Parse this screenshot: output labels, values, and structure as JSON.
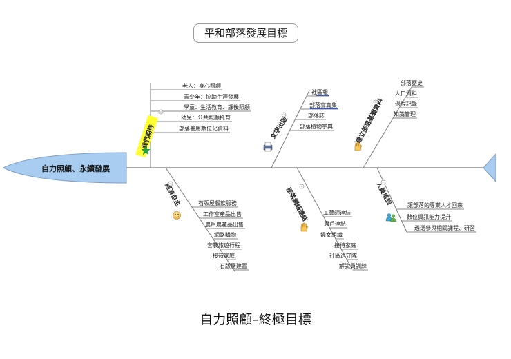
{
  "title": "平和部落發展目標",
  "head_label": "自力照顧、永續發展",
  "caption": "自力照顧–終極目標",
  "colors": {
    "head_fill": "#a9cdf0",
    "head_stroke": "#7d9ec4",
    "spine": "#7a7a7a",
    "highlight": "#ffff33",
    "underline": "#3f58a8"
  },
  "branches": [
    {
      "id": "mine",
      "label": "我們期待",
      "icon": "star-icon",
      "items": [
        "老人：身心照顧",
        "青少年：協助生涯發展",
        "學童：生活教育、課後照顧",
        "幼兒：公共照顧托育",
        "部落善用數位化資料"
      ]
    },
    {
      "id": "writing",
      "label": "文字出版",
      "icon": "printer-icon",
      "items": [
        "社區報",
        "部落寫真集",
        "部落誌",
        "部落植物字典"
      ]
    },
    {
      "id": "archive",
      "label": "建立部落基礎資料",
      "icon": "hand-icon",
      "items": [
        "部落歷史",
        "人口資料",
        "過程記錄",
        "知識管理"
      ]
    },
    {
      "id": "economy",
      "label": "經濟自主",
      "icon": "smiley-icon",
      "items": [
        "石版屋餐飲服務",
        "工作室產品出售",
        "農戶農產品出售",
        "網路購物",
        "套裝旅遊行程",
        "接待家庭",
        "石版屋建置"
      ]
    },
    {
      "id": "network",
      "label": "部落網絡連結",
      "icon": "hand-icon",
      "items": [
        "工藝師連結",
        "農戶連結",
        "婦女組織",
        "接待家庭",
        "社區巡守隊",
        "解說員訓練"
      ]
    },
    {
      "id": "people",
      "label": "人員培訓",
      "icon": "people-icon",
      "items": [
        "讓部落的專業人才回來",
        "數位資訊能力提升",
        "遴選參與相關課程、研習"
      ]
    }
  ]
}
